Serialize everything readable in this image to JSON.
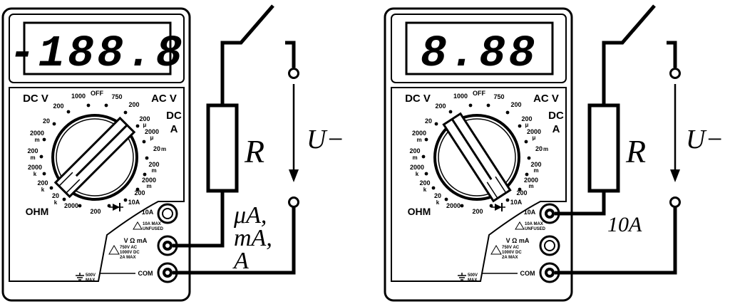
{
  "meters": [
    {
      "id": "left",
      "display": "-188.8",
      "labels": {
        "dc_v": "DC V",
        "ac_v": "AC V",
        "dc": "DC",
        "a": "A",
        "ohm": "OHM",
        "off": "OFF",
        "jack_10a": "10A",
        "jack_10a_note1": "10A MAX",
        "jack_10a_note2": "UNFUSED",
        "jack_vomma": "V Ω mA",
        "vomma_note1": "750V AC",
        "vomma_note2": "1000V DC",
        "vomma_note3": "2A MAX",
        "com": "COM",
        "ground_note1": "500V",
        "ground_note2": "MAX"
      },
      "scale": {
        "top": [
          "1000",
          "OFF",
          "750"
        ],
        "left_top": "200",
        "left_main": [
          "20",
          "2000",
          "200",
          "2000",
          "200",
          "20"
        ],
        "left_sub": [
          "",
          "m",
          "m",
          "k",
          "k",
          "k"
        ],
        "right_main": [
          "200",
          "200",
          "2000",
          "20",
          "200",
          "2000",
          "200"
        ],
        "right_sub": [
          "",
          "μ",
          "μ",
          "m",
          "m",
          "m",
          ""
        ],
        "bottom": [
          "2000",
          "200",
          "10A"
        ]
      },
      "circuit": {
        "resistor": "R",
        "voltage": "U−",
        "probe_label": [
          "μA,",
          "mA,",
          "A"
        ]
      }
    },
    {
      "id": "right",
      "display": "8.88",
      "labels": {
        "dc_v": "DC V",
        "ac_v": "AC V",
        "dc": "DC",
        "a": "A",
        "ohm": "OHM",
        "off": "OFF",
        "jack_10a": "10A",
        "jack_10a_note1": "10A MAX",
        "jack_10a_note2": "UNFUSED",
        "jack_vomma": "V Ω mA",
        "vomma_note1": "750V AC",
        "vomma_note2": "1000V DC",
        "vomma_note3": "2A MAX",
        "com": "COM",
        "ground_note1": "500V",
        "ground_note2": "MAX"
      },
      "scale": {
        "top": [
          "1000",
          "OFF",
          "750"
        ],
        "left_top": "200",
        "left_main": [
          "20",
          "2000",
          "200",
          "2000",
          "200",
          "20"
        ],
        "left_sub": [
          "",
          "m",
          "m",
          "k",
          "k",
          "k"
        ],
        "right_main": [
          "200",
          "200",
          "2000",
          "20",
          "200",
          "2000",
          "200"
        ],
        "right_sub": [
          "",
          "μ",
          "μ",
          "m",
          "m",
          "m",
          ""
        ],
        "bottom": [
          "2000",
          "200",
          "10A"
        ]
      },
      "circuit": {
        "resistor": "R",
        "voltage": "U−",
        "probe_label": [
          "10A"
        ]
      }
    }
  ]
}
